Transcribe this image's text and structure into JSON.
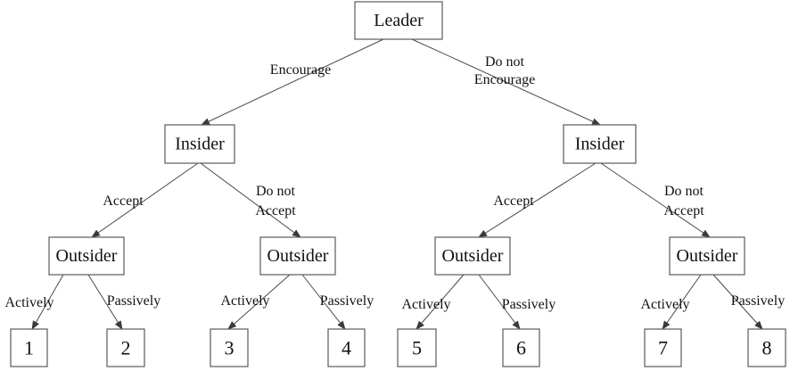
{
  "nodes": {
    "leader": "Leader",
    "insider_left": "Insider",
    "insider_right": "Insider",
    "outsider_1": "Outsider",
    "outsider_2": "Outsider",
    "outsider_3": "Outsider",
    "outsider_4": "Outsider",
    "outcome_1": "1",
    "outcome_2": "2",
    "outcome_3": "3",
    "outcome_4": "4",
    "outcome_5": "5",
    "outcome_6": "6",
    "outcome_7": "7",
    "outcome_8": "8"
  },
  "edges": {
    "encourage": "Encourage",
    "do_not_encourage_1": "Do not",
    "do_not_encourage_2": "Encourage",
    "accept_left": "Accept",
    "do_not_accept_left_1": "Do not",
    "do_not_accept_left_2": "Accept",
    "accept_right": "Accept",
    "do_not_accept_right_1": "Do not",
    "do_not_accept_right_2": "Accept",
    "actively_1": "Actively",
    "passively_1": "Passively",
    "actively_2": "Actively",
    "passively_2": "Passively",
    "actively_3": "Actively",
    "passively_3": "Passively",
    "actively_4": "Actively",
    "passively_4": "Passively"
  },
  "colors": {
    "line": "#4a4a4a",
    "box_border": "#5a5a5a",
    "text": "#111111",
    "background": "#ffffff"
  }
}
